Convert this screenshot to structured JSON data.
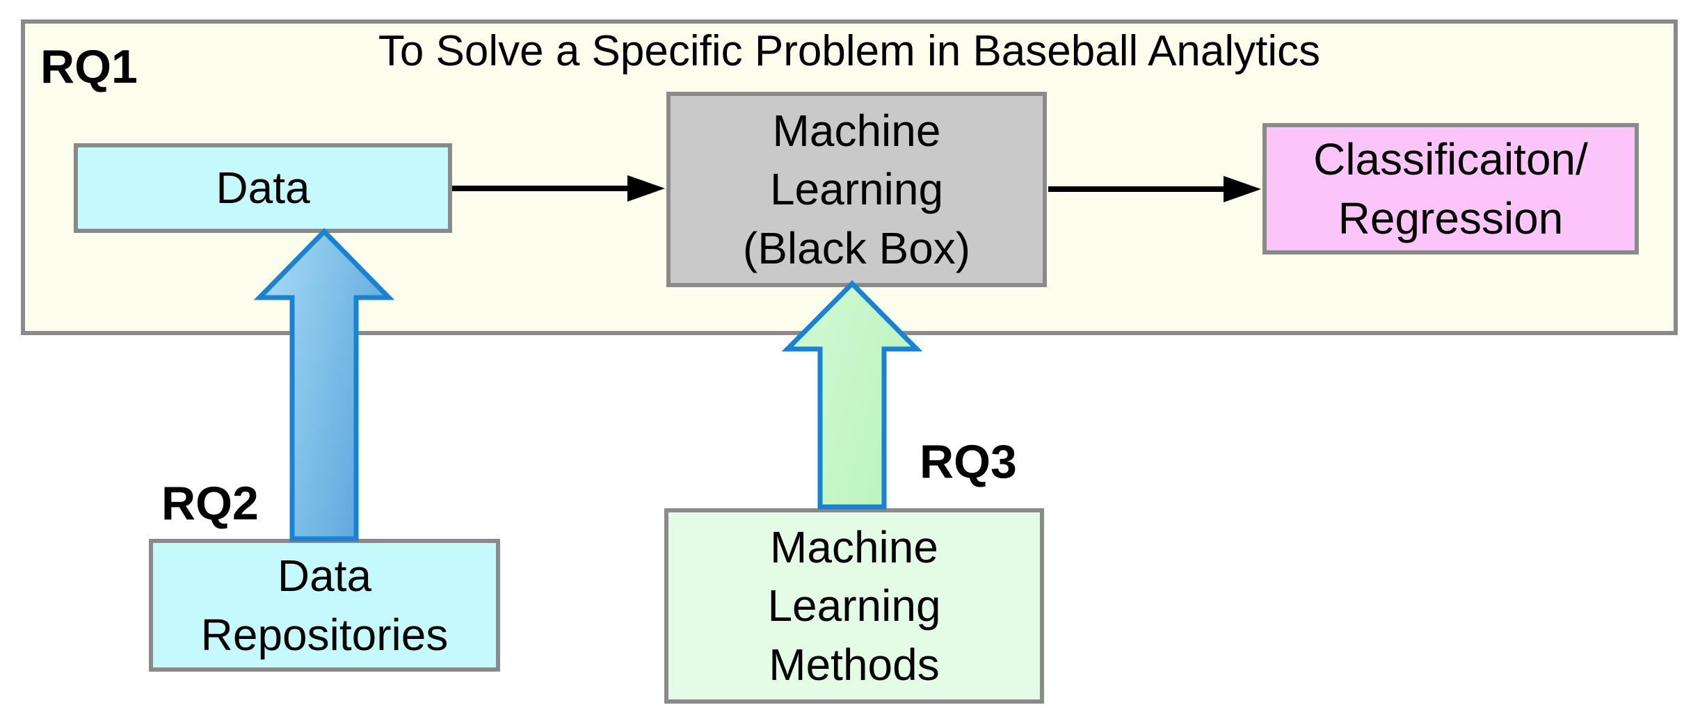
{
  "diagram": {
    "outer": {
      "label": "RQ1",
      "title": "To Solve a Specific Problem in Baseball Analytics"
    },
    "nodes": {
      "data": {
        "label": "Data"
      },
      "ml_blackbox": {
        "lines": [
          "Machine",
          "Learning",
          "(Black Box)"
        ]
      },
      "classification": {
        "lines": [
          "Classificaiton/",
          "Regression"
        ]
      },
      "data_repositories": {
        "lines": [
          "Data",
          "Repositories"
        ]
      },
      "ml_methods": {
        "lines": [
          "Machine",
          "Learning",
          "Methods"
        ]
      }
    },
    "labels": {
      "rq2": "RQ2",
      "rq3": "RQ3"
    },
    "colors": {
      "outer_fill": "#fdfdee",
      "cyan_fill": "#c5f9fc",
      "gray_fill": "#c9c9c9",
      "pink_fill": "#fbc5fa",
      "light_green_fill": "#e4fbe5",
      "blue_arrow_fill_light": "#abddf7",
      "blue_arrow_fill_dark": "#5fa9dd",
      "green_arrow_fill_light": "#d2f9d3",
      "green_arrow_fill_dark": "#bcf4c1",
      "arrow_stroke_blue": "#1a82d2",
      "box_border_gray": "#8a8a8a",
      "black_arrow": "#000000"
    }
  }
}
